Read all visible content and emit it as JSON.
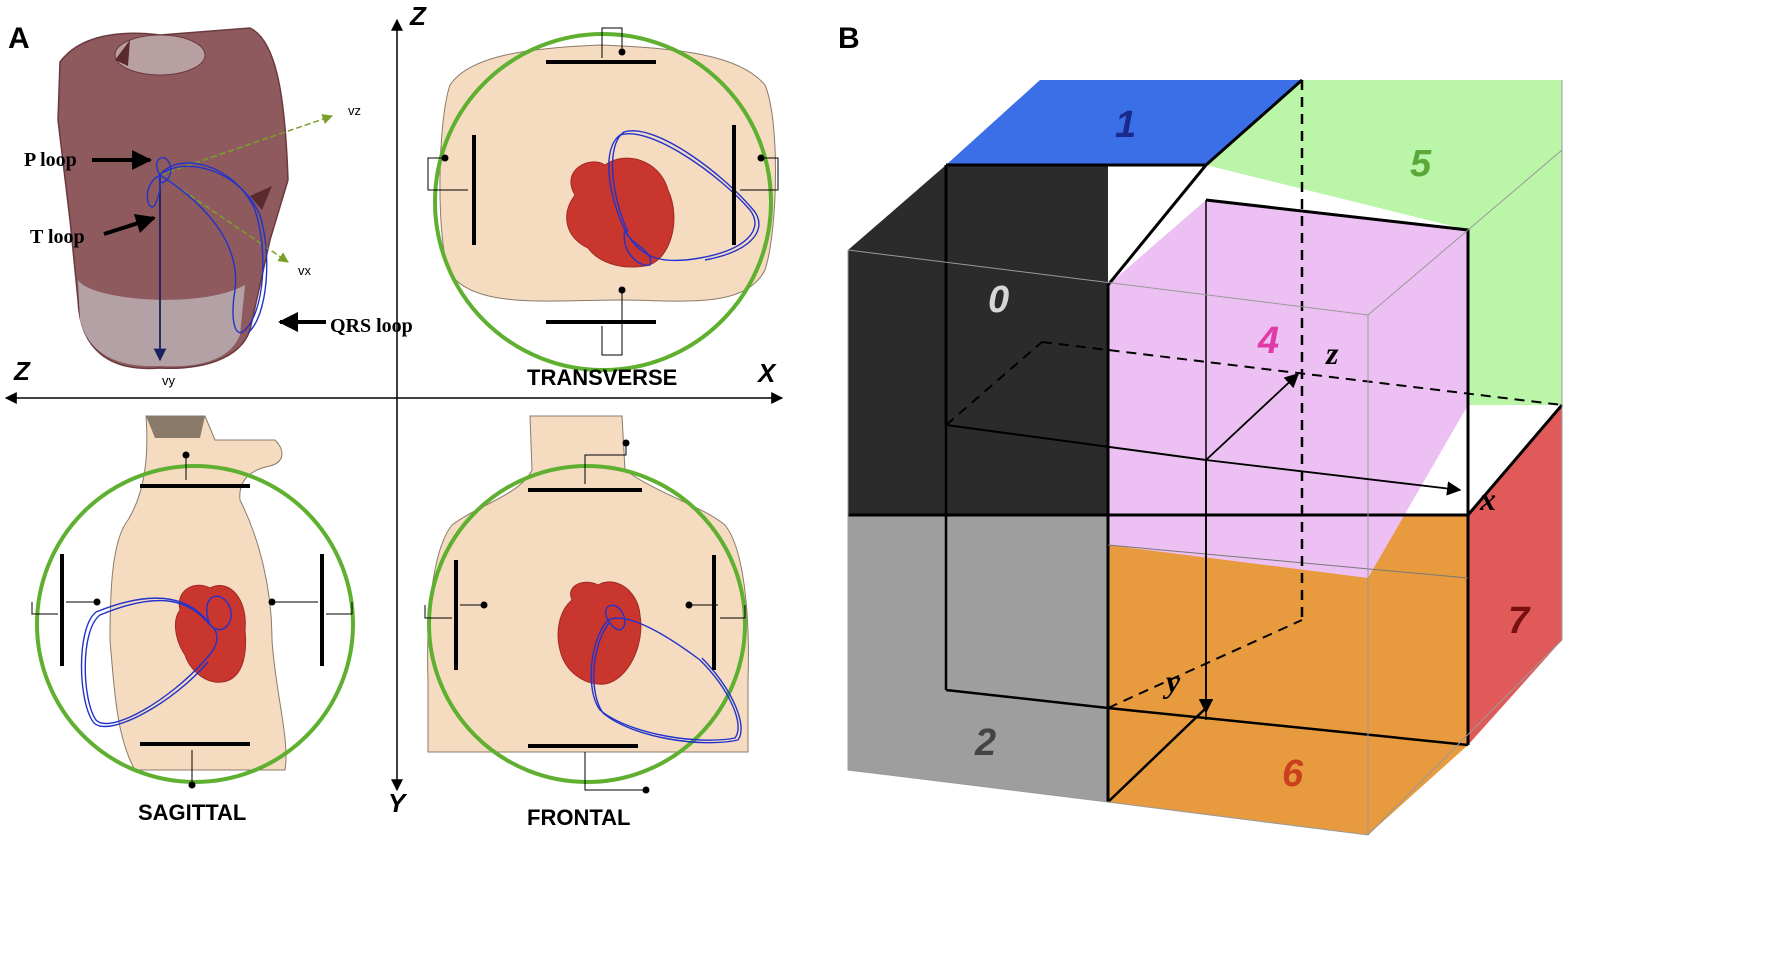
{
  "panel_a": {
    "letter": "A",
    "axes": {
      "z_top": "Z",
      "z_left": "Z",
      "x_right": "X",
      "y_bottom": "Y"
    },
    "torso": {
      "vectors": {
        "vz": "vz",
        "vx": "vx",
        "vy": "vy"
      },
      "loops": {
        "p": "P loop",
        "t": "T loop",
        "qrs": "QRS loop"
      }
    },
    "planes": {
      "transverse": "TRANSVERSE",
      "sagittal": "SAGITTAL",
      "frontal": "FRONTAL"
    },
    "colors": {
      "skin": "#f5dcc0",
      "heart": "#c8362e",
      "loop": "#2233cc",
      "circle": "#5fb030",
      "torso_model": "#8e5a5e"
    }
  },
  "panel_b": {
    "letter": "B",
    "octants": [
      {
        "label": "0",
        "color": "#2b2b2b",
        "text_color": "#d6d6d6"
      },
      {
        "label": "1",
        "color": "#3a6fe8",
        "text_color": "#1a2a8a"
      },
      {
        "label": "2",
        "color": "#9e9e9e",
        "text_color": "#444444"
      },
      {
        "label": "4",
        "color": "#ecc0f2",
        "text_color": "#e03aa6"
      },
      {
        "label": "5",
        "color": "#baf5a8",
        "text_color": "#5aa83a"
      },
      {
        "label": "6",
        "color": "#e89a3e",
        "text_color": "#c8401e"
      },
      {
        "label": "7",
        "color": "#e05a5a",
        "text_color": "#7a0f12"
      }
    ],
    "axes": {
      "x": "x",
      "y": "y",
      "z": "z"
    }
  }
}
